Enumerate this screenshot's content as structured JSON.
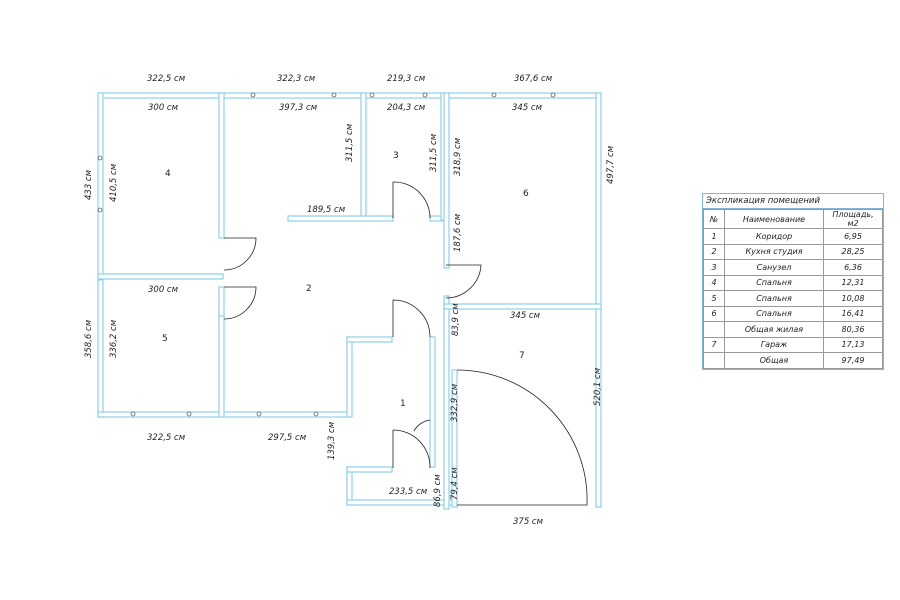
{
  "dimensions": {
    "top_1": "322,5 см",
    "top_2": "322,3 см",
    "top_3": "219,3 см",
    "top_4": "367,6 см",
    "room4_width": "300 см",
    "room2_width": "397,3 см",
    "room3_width": "204,3 см",
    "room6_width": "345 см",
    "left_433": "433 см",
    "room4_height": "410,5 см",
    "wall_3115_a": "311,5 см",
    "wall_3115_b": "311,5 см",
    "room6_318": "318,9 см",
    "right_4977": "497,7 см",
    "partition_1895": "189,5 см",
    "room6_1876": "187,6 см",
    "room5_width": "300 см",
    "room7_width": "345 см",
    "left_3586": "358,6 см",
    "room5_height": "336,2 см",
    "garage_839": "83,9 см",
    "right_5201": "520,1 см",
    "room1_3329": "332,9 см",
    "bottom_3225": "322,5 см",
    "bottom_2975": "297,5 см",
    "room1_1393": "139,3 см",
    "bottom_2335": "233,5 см",
    "bottom_869": "86,9 см",
    "bottom_794": "79,4 см",
    "bottom_375": "375 см"
  },
  "rooms": {
    "r1": "1",
    "r2": "2",
    "r3": "3",
    "r4": "4",
    "r5": "5",
    "r6": "6",
    "r7": "7"
  },
  "legend": {
    "title": "Экспликация помещений",
    "headers": [
      "№",
      "Наименование",
      "Площадь, м2"
    ],
    "rows": [
      [
        "1",
        "Коридор",
        "6,95"
      ],
      [
        "2",
        "Кухня студия",
        "28,25"
      ],
      [
        "3",
        "Санузел",
        "6,36"
      ],
      [
        "4",
        "Спальня",
        "12,31"
      ],
      [
        "5",
        "Спальня",
        "10,08"
      ],
      [
        "6",
        "Спальня",
        "16,41"
      ],
      [
        "",
        "Общая жилая",
        "80,36"
      ],
      [
        "7",
        "Гараж",
        "17,13"
      ],
      [
        "",
        "Общая",
        "97,49"
      ]
    ]
  },
  "colors": {
    "wall": "#8fd0e8",
    "line": "#222222",
    "legend_border": "#7fb6d9"
  }
}
